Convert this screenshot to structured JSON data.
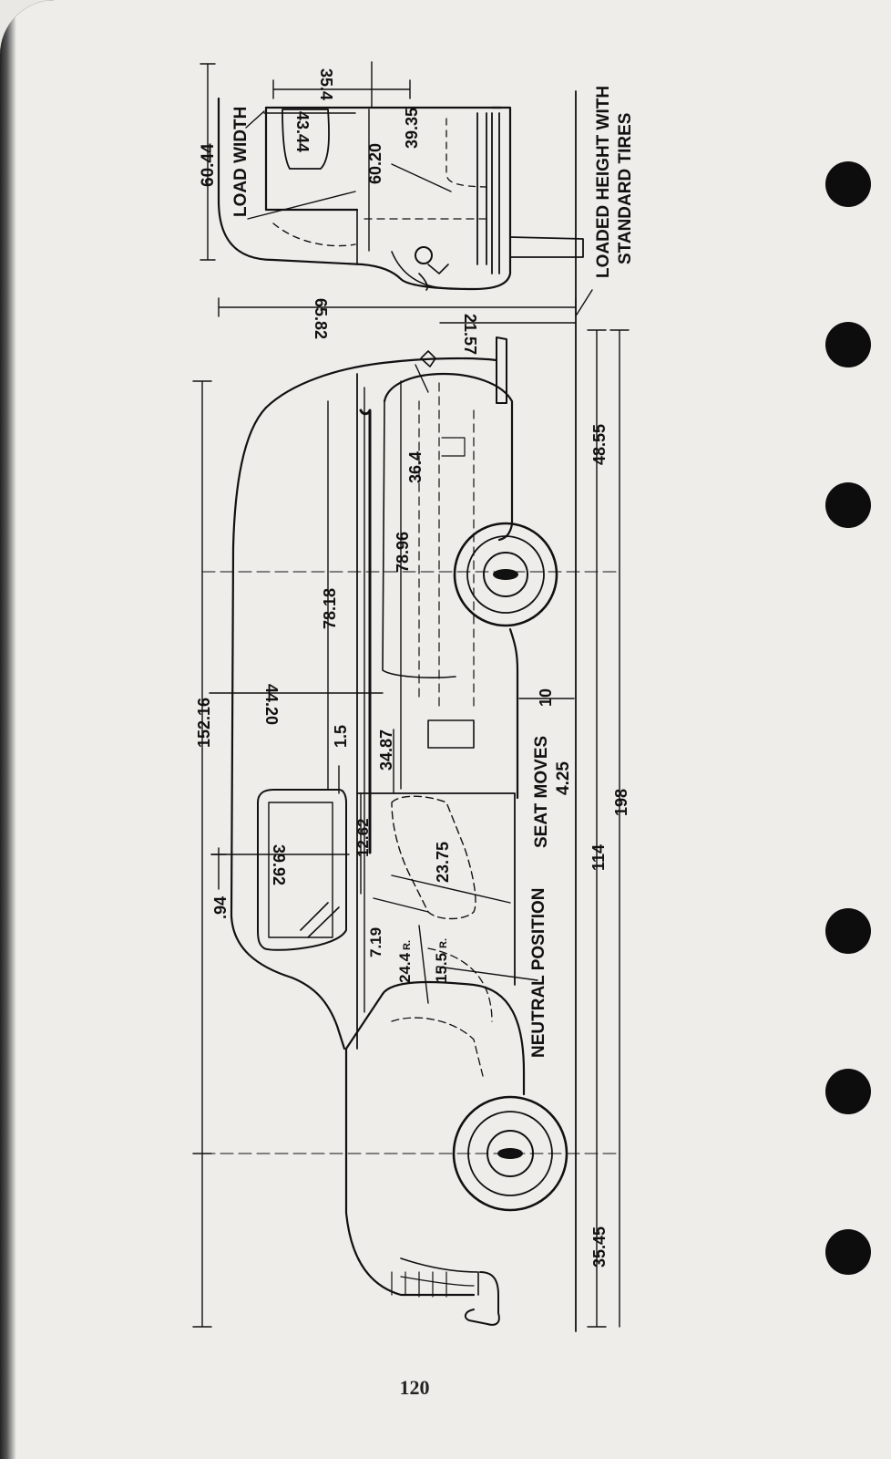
{
  "page_number": "120",
  "labels": {
    "load_width": "LOAD WIDTH",
    "loaded_height_1": "LOADED HEIGHT WITH",
    "loaded_height_2": "STANDARD TIRES",
    "seat_moves_1": "SEAT MOVES",
    "seat_moves_2": "4.25",
    "neutral_position": "NEUTRAL POSITION"
  },
  "dimensions": {
    "d60_44": "60.44",
    "d35_4": "35.4",
    "d43_44": "43.44",
    "d39_35": "39.35",
    "d60_20": "60.20",
    "d65_82": "65.82",
    "d21_57": "21.57",
    "d48_55": "48.55",
    "d36_4": "36.4",
    "d78_96": "78.96",
    "d78_18": "78.18",
    "d44_20": "44.20",
    "d10": "10",
    "d152_16": "152.16",
    "d1_5": "1.5",
    "d34_87": "34.87",
    "d12_62": "12.62",
    "d39_92": "39.92",
    "d23_75": "23.75",
    "d114": "114",
    "d198": "198",
    "d_94": ".94",
    "d7_19": "7.19",
    "d24_4": "24.4",
    "d24_4_sub": "R.",
    "d15_5": "15.5",
    "d15_5_sub": "R.",
    "d35_45": "35.45"
  },
  "colors": {
    "ink": "#111111",
    "paper": "#eeedea"
  }
}
